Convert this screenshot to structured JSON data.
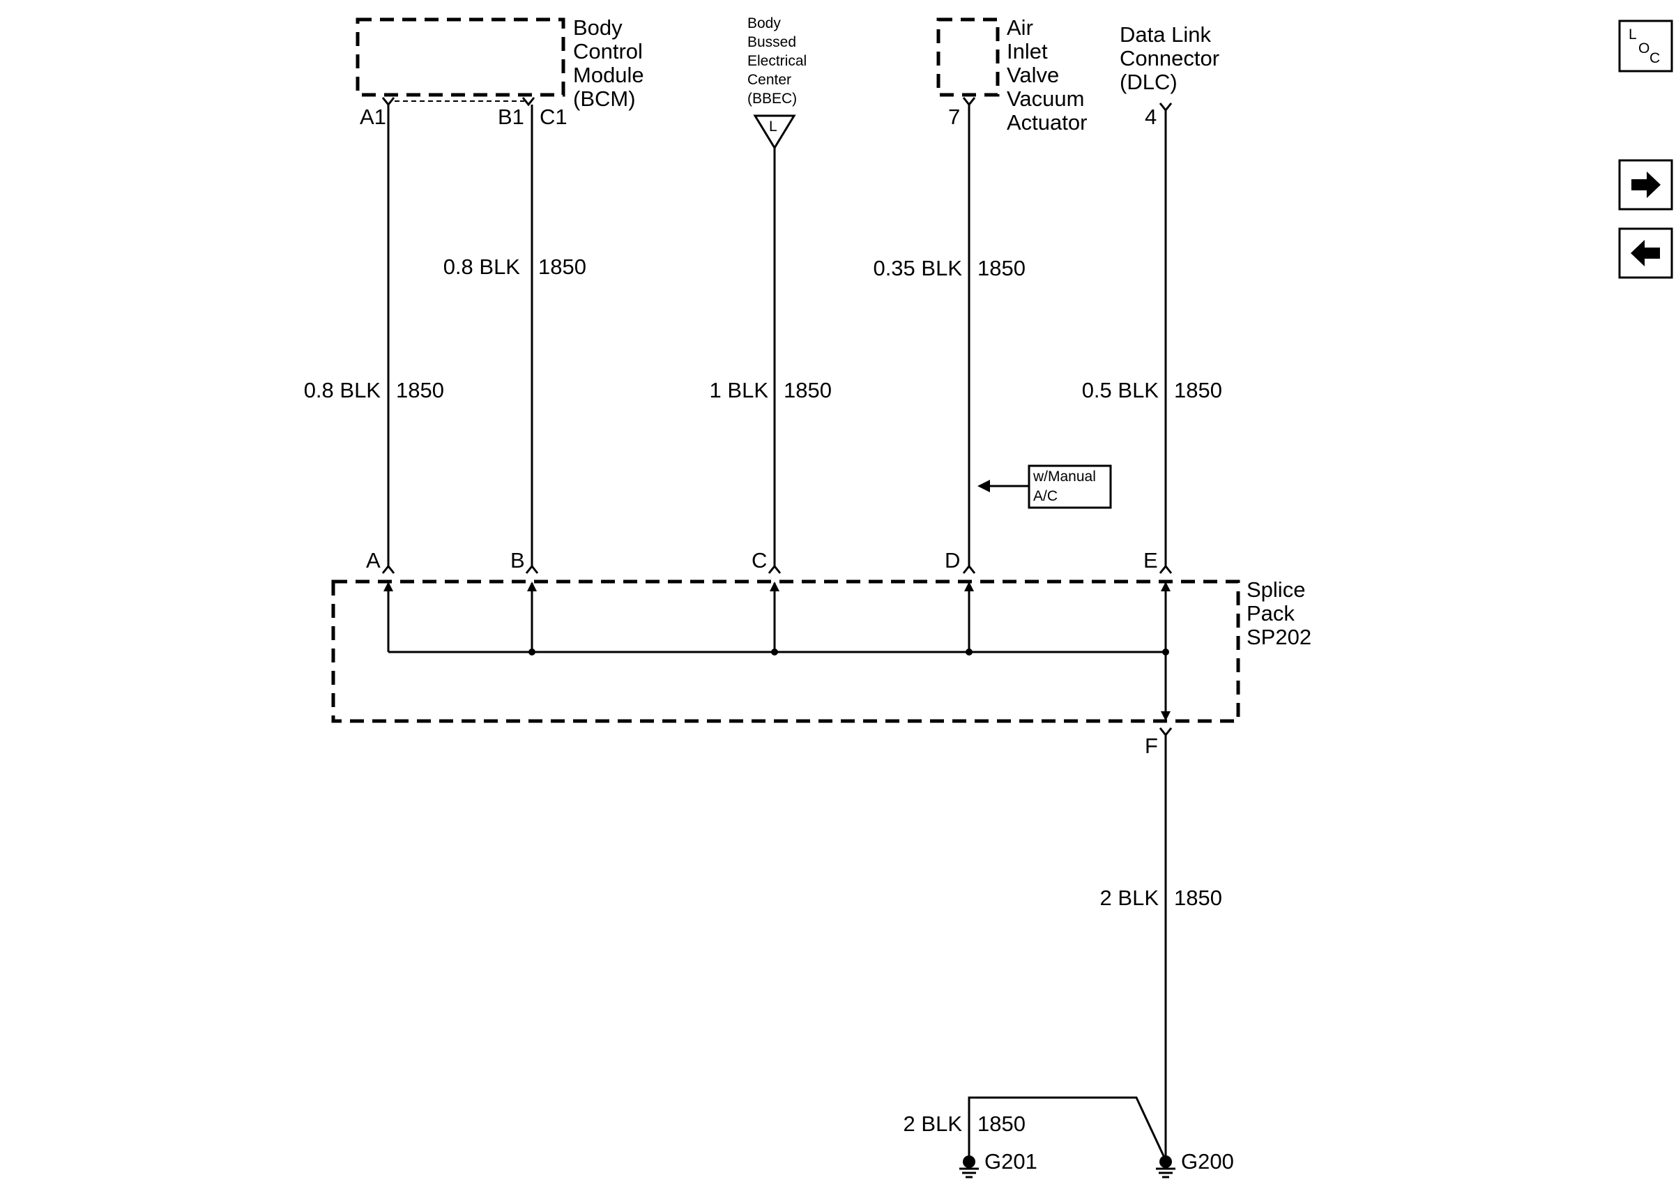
{
  "components": {
    "bcm": {
      "lines": [
        "Body",
        "Control",
        "Module",
        "(BCM)"
      ]
    },
    "bbec": {
      "lines": [
        "Body",
        "Bussed",
        "Electrical",
        "Center",
        "(BBEC)"
      ],
      "terminal": "L"
    },
    "air_inlet": {
      "lines": [
        "Air",
        "Inlet",
        "Valve",
        "Vacuum",
        "Actuator"
      ]
    },
    "dlc": {
      "lines": [
        "Data Link",
        "Connector",
        "(DLC)"
      ]
    },
    "splice": {
      "lines": [
        "Splice",
        "Pack",
        "SP202"
      ]
    }
  },
  "pins": {
    "a1": "A1",
    "b1": "B1",
    "c1": "C1",
    "p7": "7",
    "p4": "4",
    "a": "A",
    "b": "B",
    "c": "C",
    "d": "D",
    "e": "E",
    "f": "F"
  },
  "wires": {
    "bcm_b1": {
      "size": "0.8 BLK",
      "circuit": "1850"
    },
    "bcm_a1": {
      "size": "0.8 BLK",
      "circuit": "1850"
    },
    "bbec": {
      "size": "1 BLK",
      "circuit": "1850"
    },
    "air_inlet": {
      "size": "0.35 BLK",
      "circuit": "1850"
    },
    "dlc": {
      "size": "0.5 BLK",
      "circuit": "1850"
    },
    "ground_main": {
      "size": "2 BLK",
      "circuit": "1850"
    },
    "ground_g201": {
      "size": "2 BLK",
      "circuit": "1850"
    }
  },
  "option_note": {
    "lines": [
      "w/Manual",
      "A/C"
    ]
  },
  "grounds": {
    "g201": "G201",
    "g200": "G200"
  },
  "nav": {
    "loc": {
      "l": "L",
      "o": "O",
      "c": "C"
    }
  },
  "colors": {
    "ink": "#000000",
    "background": "#ffffff"
  }
}
